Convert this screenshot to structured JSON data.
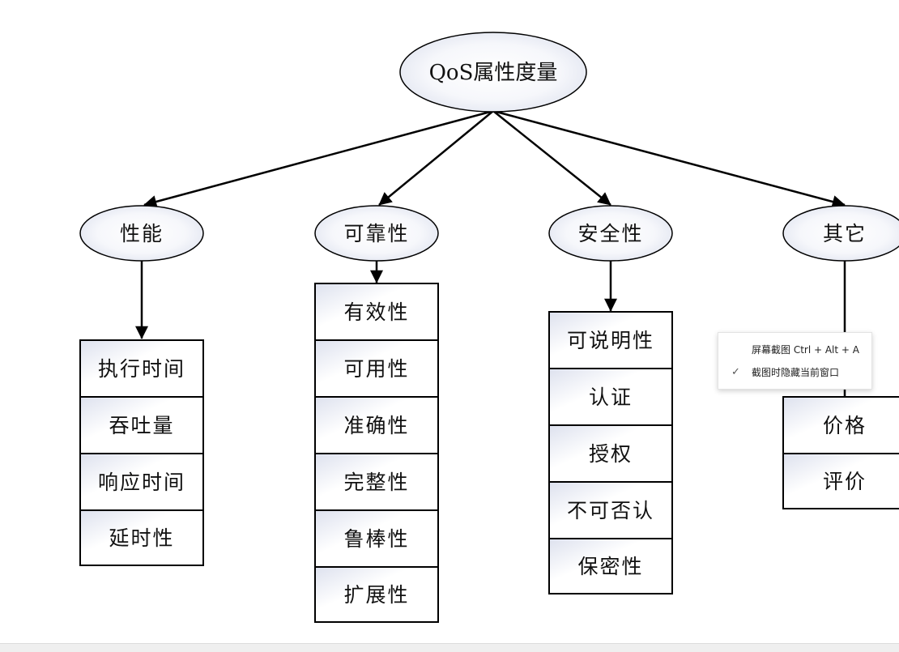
{
  "root": {
    "label": "QoS属性度量"
  },
  "categories": [
    {
      "key": "performance",
      "label": "性能",
      "items": [
        "执行时间",
        "吞吐量",
        "响应时间",
        "延时性"
      ]
    },
    {
      "key": "reliability",
      "label": "可靠性",
      "items": [
        "有效性",
        "可用性",
        "准确性",
        "完整性",
        "鲁棒性",
        "扩展性"
      ]
    },
    {
      "key": "security",
      "label": "安全性",
      "items": [
        "可说明性",
        "认证",
        "授权",
        "不可否认",
        "保密性"
      ]
    },
    {
      "key": "other",
      "label": "其它",
      "items": [
        "价格",
        "评价"
      ]
    }
  ],
  "context_menu": {
    "item1": "屏幕截图 Ctrl + Alt + A",
    "item2": "截图时隐藏当前窗口",
    "check_icon": "check-icon"
  },
  "colors": {
    "stroke": "#000000",
    "ellipse_fill_edge": "#dfe3f0",
    "ellipse_fill_center": "#ffffff"
  }
}
